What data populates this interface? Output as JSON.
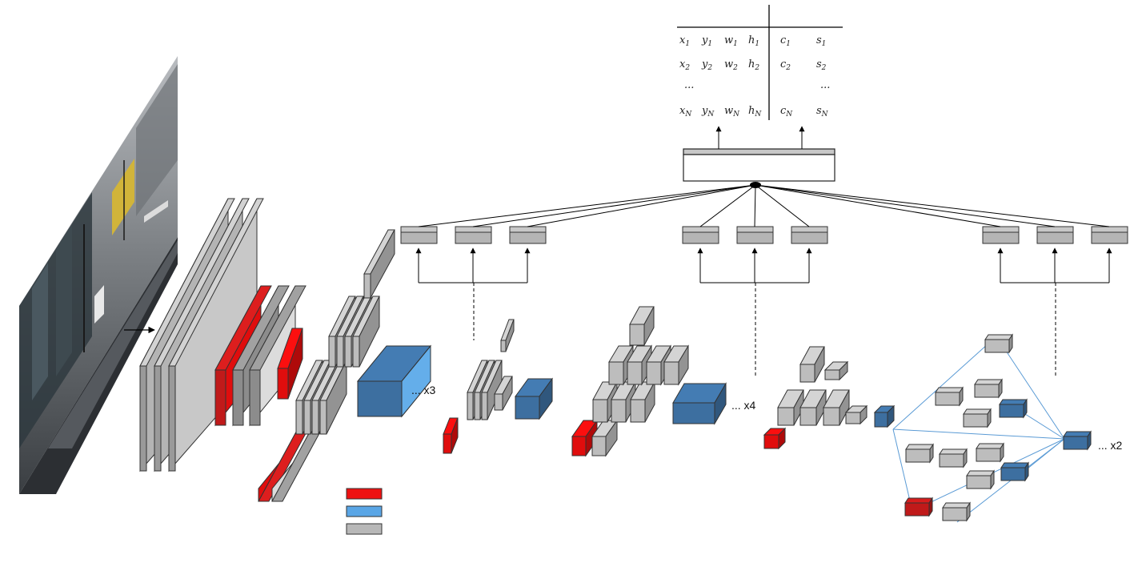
{
  "table": {
    "rows": [
      [
        "x",
        "1",
        "y",
        "1",
        "w",
        "1",
        "h",
        "1",
        "c",
        "1",
        "s",
        "1"
      ],
      [
        "x",
        "2",
        "y",
        "2",
        "w",
        "2",
        "h",
        "2",
        "c",
        "2",
        "s",
        "2"
      ],
      [
        "x",
        "N",
        "y",
        "N",
        "w",
        "N",
        "h",
        "N",
        "c",
        "N",
        "s",
        "N"
      ]
    ],
    "ellipsis": "..."
  },
  "repeat_labels": {
    "stage1": "... x3",
    "stage2": "... x4",
    "stage3": "... x2"
  },
  "legend": {
    "colors": [
      "#ee1111",
      "#5aa6e6",
      "#b8b8b8"
    ]
  },
  "colors": {
    "red": "#e00d0d",
    "dark_red": "#c01a1a",
    "blue": "#3d6fa0",
    "light_blue": "#64aeea",
    "gray": "#bdbdbd",
    "dark_gray": "#8c8c8c",
    "light_gray": "#dcdcdc",
    "edge": "#333333",
    "connector": "#5b9bd5"
  }
}
